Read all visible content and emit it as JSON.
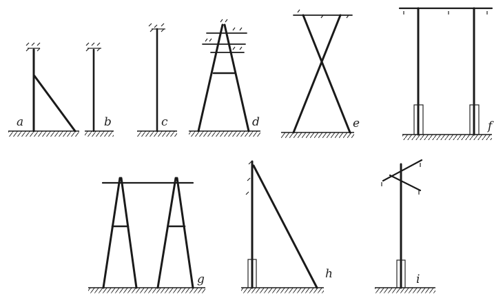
{
  "figure": {
    "labels": {
      "a": "a",
      "b": "b",
      "c": "c",
      "d": "d",
      "e": "e",
      "f": "f",
      "g": "g",
      "h": "h",
      "i": "i"
    }
  }
}
